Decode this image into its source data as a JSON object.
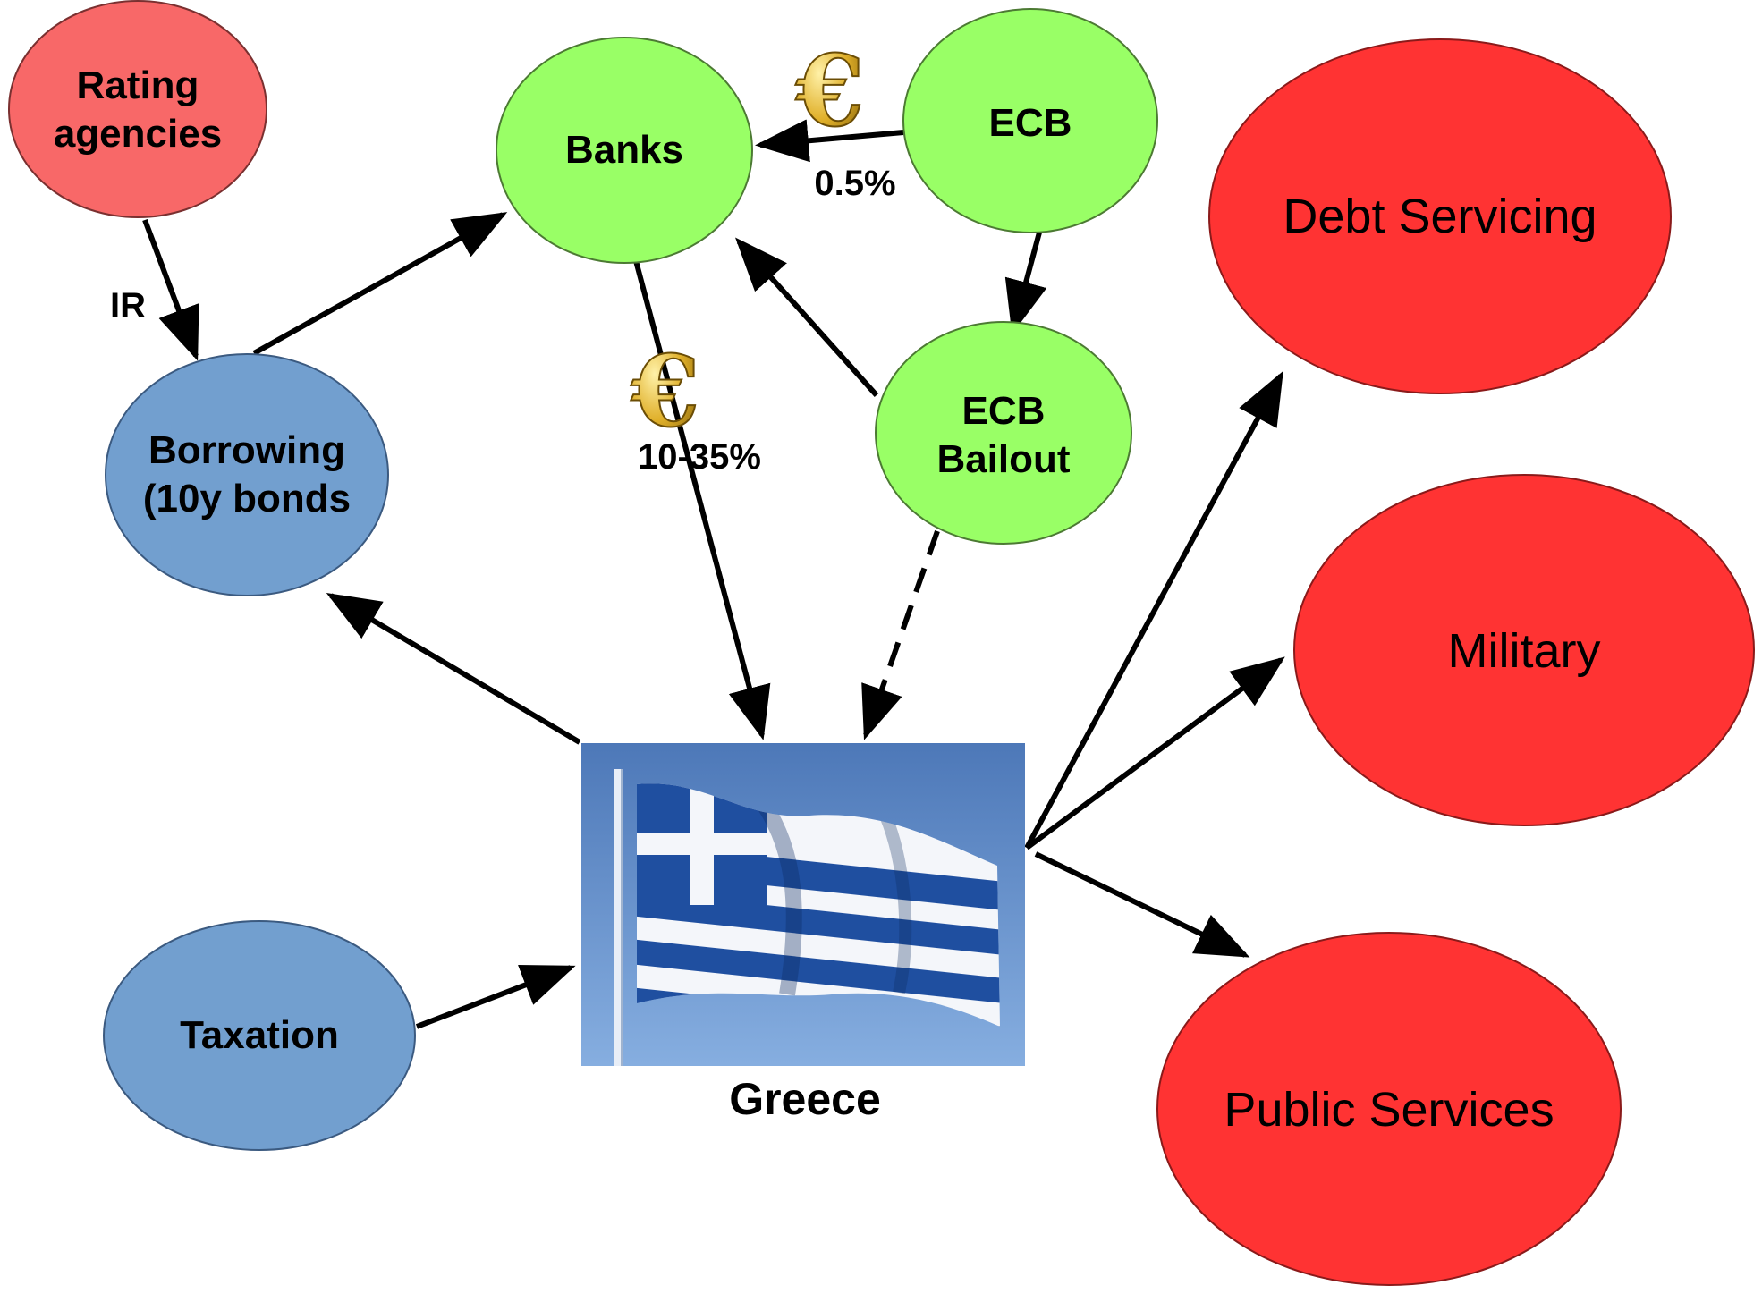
{
  "colors": {
    "red_light": "#f86868",
    "green": "#99ff66",
    "blue": "#729fcf",
    "red_strong": "#ff3333",
    "greece_blue": "#1f4fa0",
    "sky": "#5b86c6",
    "gold": "#d4a21a"
  },
  "nodes": {
    "rating_agencies": {
      "line1": "Rating",
      "line2": "agencies"
    },
    "banks": {
      "label": "Banks"
    },
    "ecb": {
      "label": "ECB"
    },
    "borrowing": {
      "line1": "Borrowing",
      "line2": "(10y bonds"
    },
    "ecb_bailout": {
      "line1": "ECB",
      "line2": "Bailout"
    },
    "taxation": {
      "label": "Taxation"
    },
    "greece": {
      "label": "Greece"
    },
    "debt_servicing": {
      "label": "Debt Servicing"
    },
    "military": {
      "label": "Military"
    },
    "public_services": {
      "label": "Public Services"
    }
  },
  "edge_labels": {
    "ir": "IR",
    "ecb_rate": "0.5%",
    "bank_rate": "10-35%",
    "euro_symbol": "€"
  },
  "icons": [
    "euro-coin-icon",
    "greek-flag-icon"
  ]
}
